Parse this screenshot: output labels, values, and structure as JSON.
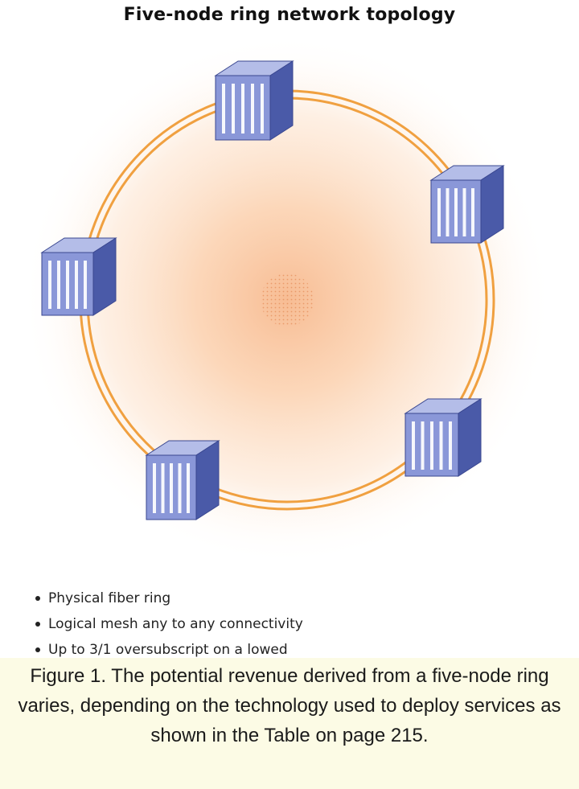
{
  "title": "Five-node ring network topology",
  "diagram": {
    "ring_color": "#f0a040",
    "node_front_color": "#8a97d8",
    "node_top_color": "#b4bde8",
    "node_side_color": "#4a5aa8",
    "glow_color": "#fbcda8",
    "node_count": 5
  },
  "bullets": [
    "Physical fiber ring",
    "Logical mesh any to any connectivity",
    "Up to 3/1 oversubscript on a lowed"
  ],
  "caption": "Figure 1. The potential revenue derived from a five-node ring varies, depending on the technology used to deploy services as shown in the Table on page 215."
}
